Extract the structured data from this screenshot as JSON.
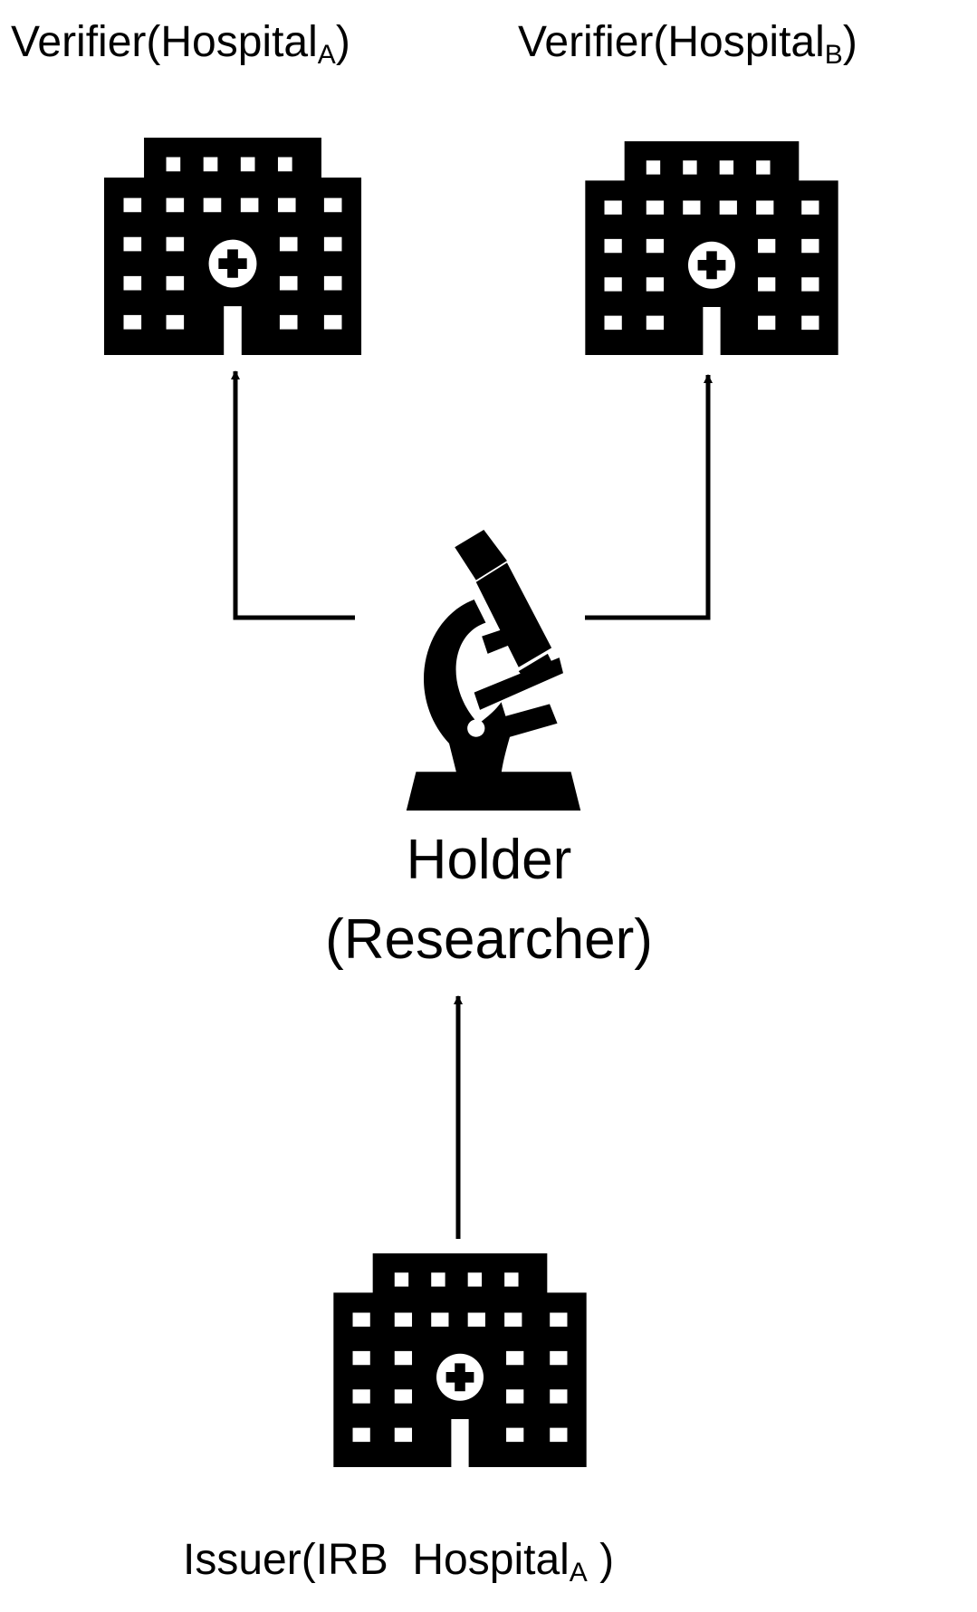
{
  "nodes": {
    "verifier_a": {
      "label_main": "Verifier(Hospital",
      "label_sub": "A",
      "label_end": ")",
      "icon": "hospital-icon"
    },
    "verifier_b": {
      "label_main": "Verifier(Hospital",
      "label_sub": "B",
      "label_end": ")",
      "icon": "hospital-icon"
    },
    "holder": {
      "label_line1": "Holder",
      "label_line2": "(Researcher)",
      "icon": "microscope-icon"
    },
    "issuer": {
      "label_main": "Issuer(IRB  Hospital",
      "label_sub": "A",
      "label_end": " )",
      "icon": "hospital-icon"
    }
  },
  "colors": {
    "ink": "#000000",
    "background": "#ffffff"
  }
}
